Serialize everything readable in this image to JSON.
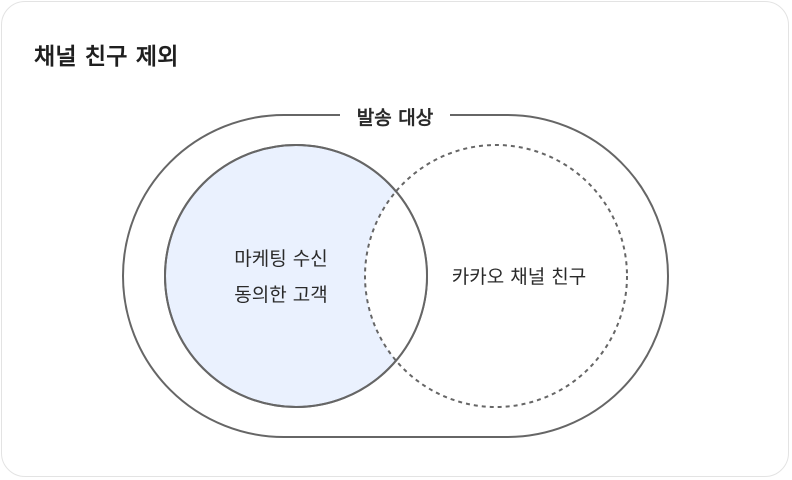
{
  "card": {
    "title": "채널 친구 제외"
  },
  "diagram": {
    "outer_label": "발송 대상",
    "marketing_line1": "마케팅 수신",
    "marketing_line2": "동의한 고객",
    "kakao_label": "카카오 채널 친구"
  },
  "colors": {
    "marketing_fill": "#eaf1fe",
    "stroke": "#666666",
    "title_text": "#1f1f1f"
  }
}
